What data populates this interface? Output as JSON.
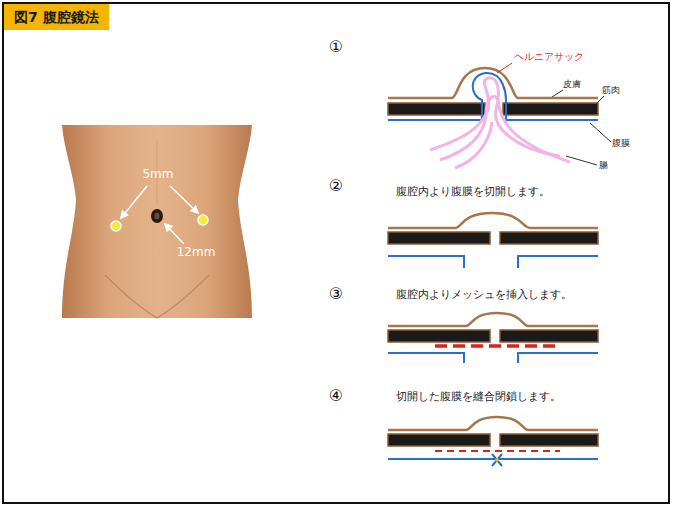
{
  "diagram": {
    "title": "図7 腹腔鏡法",
    "labels": [
      "5mm",
      "12mm",
      "①",
      "ヘルニアサック",
      "皮膚",
      "筋肉",
      "腹膜",
      "腸",
      "②",
      "腹腔内より腹膜を切開します。",
      "③",
      "腹腔内よりメッシュを挿入します。",
      "④",
      "切開した腹膜を縫合閉鎖します。"
    ]
  }
}
